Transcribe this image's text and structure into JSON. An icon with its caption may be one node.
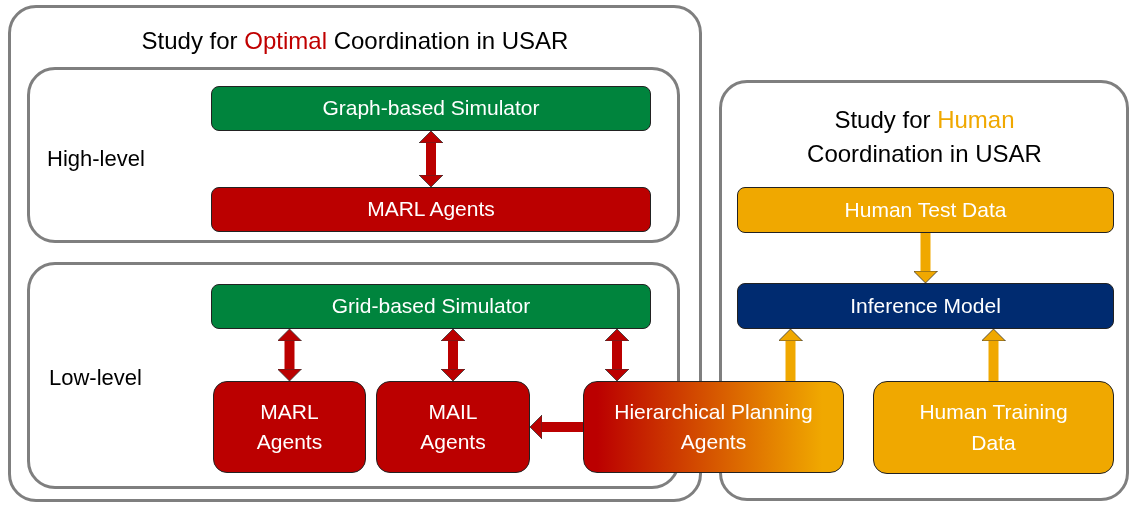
{
  "diagram": {
    "nodes": [
      {
        "text": [
          "Study for Optimal Coordination in USAR"
        ]
      },
      {
        "text": [
          "High-level"
        ],
        "in": 0
      },
      {
        "text": [
          "Graph-based Simulator"
        ],
        "in": 1
      },
      {
        "text": [
          "MARL Agents"
        ],
        "in": 1
      },
      {
        "text": [
          "Low-level"
        ],
        "in": 0
      },
      {
        "text": [
          "Grid-based Simulator"
        ],
        "in": 4
      },
      {
        "text": [
          "MARL Agents"
        ],
        "in": 4
      },
      {
        "text": [
          "MAIL Agents"
        ],
        "in": 4
      },
      {
        "text": [
          "Hierarchical Planning Agents"
        ]
      },
      {
        "text": [
          "Study for Human Coordination in USAR"
        ]
      },
      {
        "text": [
          "Human Test Data"
        ],
        "in": 9
      },
      {
        "text": [
          "Inference Model"
        ],
        "in": 9
      },
      {
        "text": [
          "Human Training Data"
        ],
        "in": 9
      }
    ],
    "edges": [
      {
        "from": 2,
        "to": 3,
        "arrow": "both"
      },
      {
        "from": 5,
        "to": 6,
        "arrow": "both"
      },
      {
        "from": 5,
        "to": 7,
        "arrow": "both"
      },
      {
        "from": 5,
        "to": 8,
        "arrow": "both"
      },
      {
        "from": 8,
        "to": 7,
        "arrow": "to"
      },
      {
        "from": 10,
        "to": 11,
        "arrow": "to",
        "color": "#f0a800"
      },
      {
        "from": 8,
        "to": 11,
        "arrow": "to",
        "color": "#f0a800"
      },
      {
        "from": 12,
        "to": 11,
        "arrow": "to",
        "color": "#f0a800"
      }
    ]
  }
}
